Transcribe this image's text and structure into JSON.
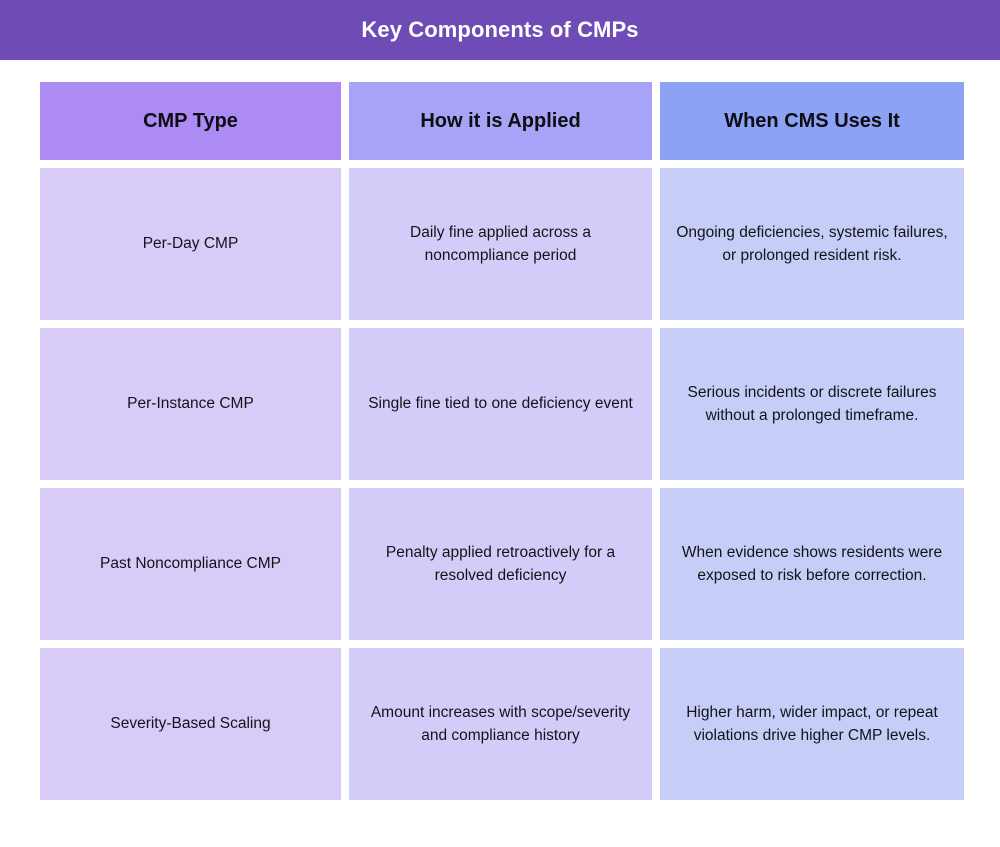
{
  "banner": {
    "title": "Key Components of CMPs",
    "background_color": "#6f4cb5",
    "text_color": "#ffffff"
  },
  "table": {
    "columns": [
      {
        "header": "CMP Type",
        "header_color": "#ad8bf5",
        "cell_color": "#d8cbf8"
      },
      {
        "header": "How it is Applied",
        "header_color": "#a7a4f7",
        "cell_color": "#d2cdf8"
      },
      {
        "header": "When CMS Uses It",
        "header_color": "#8ca3f5",
        "cell_color": "#c6cef7"
      }
    ],
    "rows": [
      {
        "cmp_type": "Per-Day CMP",
        "how_applied": "Daily fine applied across a noncompliance period",
        "when_used": "Ongoing deficiencies, systemic failures, or prolonged resident risk."
      },
      {
        "cmp_type": "Per-Instance CMP",
        "how_applied": "Single fine tied to one deficiency event",
        "when_used": "Serious incidents or discrete failures without a prolonged timeframe."
      },
      {
        "cmp_type": "Past Noncompliance CMP",
        "how_applied": "Penalty applied retroactively for a resolved deficiency",
        "when_used": "When evidence shows residents were exposed to risk before correction."
      },
      {
        "cmp_type": "Severity-Based Scaling",
        "how_applied": "Amount increases with scope/severity and compliance history",
        "when_used": "Higher harm, wider impact, or repeat violations drive higher CMP levels."
      }
    ]
  }
}
